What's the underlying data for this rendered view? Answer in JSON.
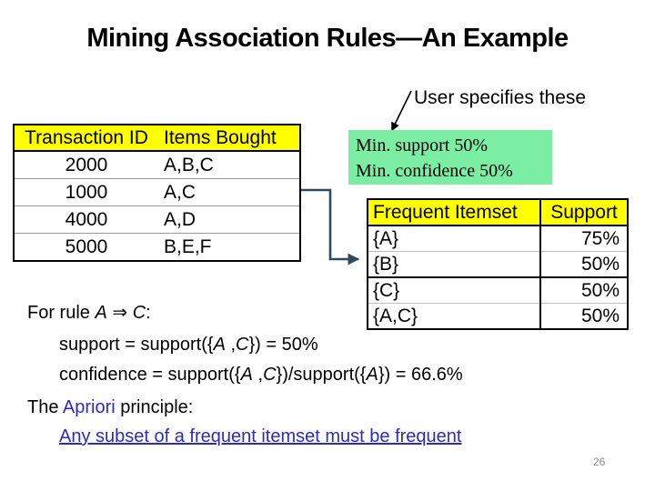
{
  "title": "Mining Association Rules—An Example",
  "annotation": {
    "label": "User specifies these"
  },
  "constraints_box": {
    "line1": "Min. support 50%",
    "line2": "Min. confidence 50%"
  },
  "transactions_table": {
    "headers": [
      "Transaction ID",
      "Items Bought"
    ],
    "rows": [
      [
        "2000",
        "A,B,C"
      ],
      [
        "1000",
        "A,C"
      ],
      [
        "4000",
        "A,D"
      ],
      [
        "5000",
        "B,E,F"
      ]
    ]
  },
  "frequent_table": {
    "headers": [
      "Frequent Itemset",
      "Support"
    ],
    "rows": [
      [
        "{A}",
        "75%"
      ],
      [
        "{B}",
        "50%"
      ],
      [
        "{C}",
        "50%"
      ],
      [
        "{A,C}",
        "50%"
      ]
    ]
  },
  "rule": {
    "intro": {
      "pre": "For rule ",
      "a": "A",
      "arrow": " ⇒ ",
      "c": "C",
      "colon": ":"
    },
    "support_line": {
      "pre": "support = support({",
      "a": "A",
      "comma": " ,",
      "c": "C",
      "post": "}) = 50%"
    },
    "confidence_line": {
      "pre": "confidence = support({",
      "a": "A",
      "comma": " ,",
      "c": "C",
      "mid": "})/support({",
      "a2": "A",
      "post": "}) = 66.6%"
    }
  },
  "apriori": {
    "pre": "The ",
    "term": "Apriori",
    "post": " principle:"
  },
  "statement": "Any subset of a frequent itemset must be frequent",
  "page_number": "26",
  "colors": {
    "header_yellow": "#FFFF00",
    "constraint_green": "#7CEEA3",
    "connector_blue": "#2E4A5F",
    "link_blue": "#2B2BC0",
    "page_number_gray": "#8a8a8a"
  }
}
